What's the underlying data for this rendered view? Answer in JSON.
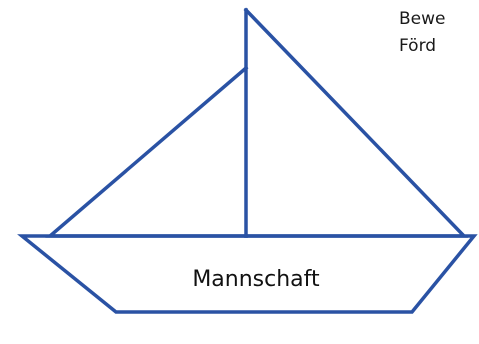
{
  "boat": {
    "hull_label": "Mannschaft",
    "stroke_color": "#2a52a4"
  },
  "side_text": {
    "line_1": "Bewe",
    "line_2": "Förd"
  }
}
